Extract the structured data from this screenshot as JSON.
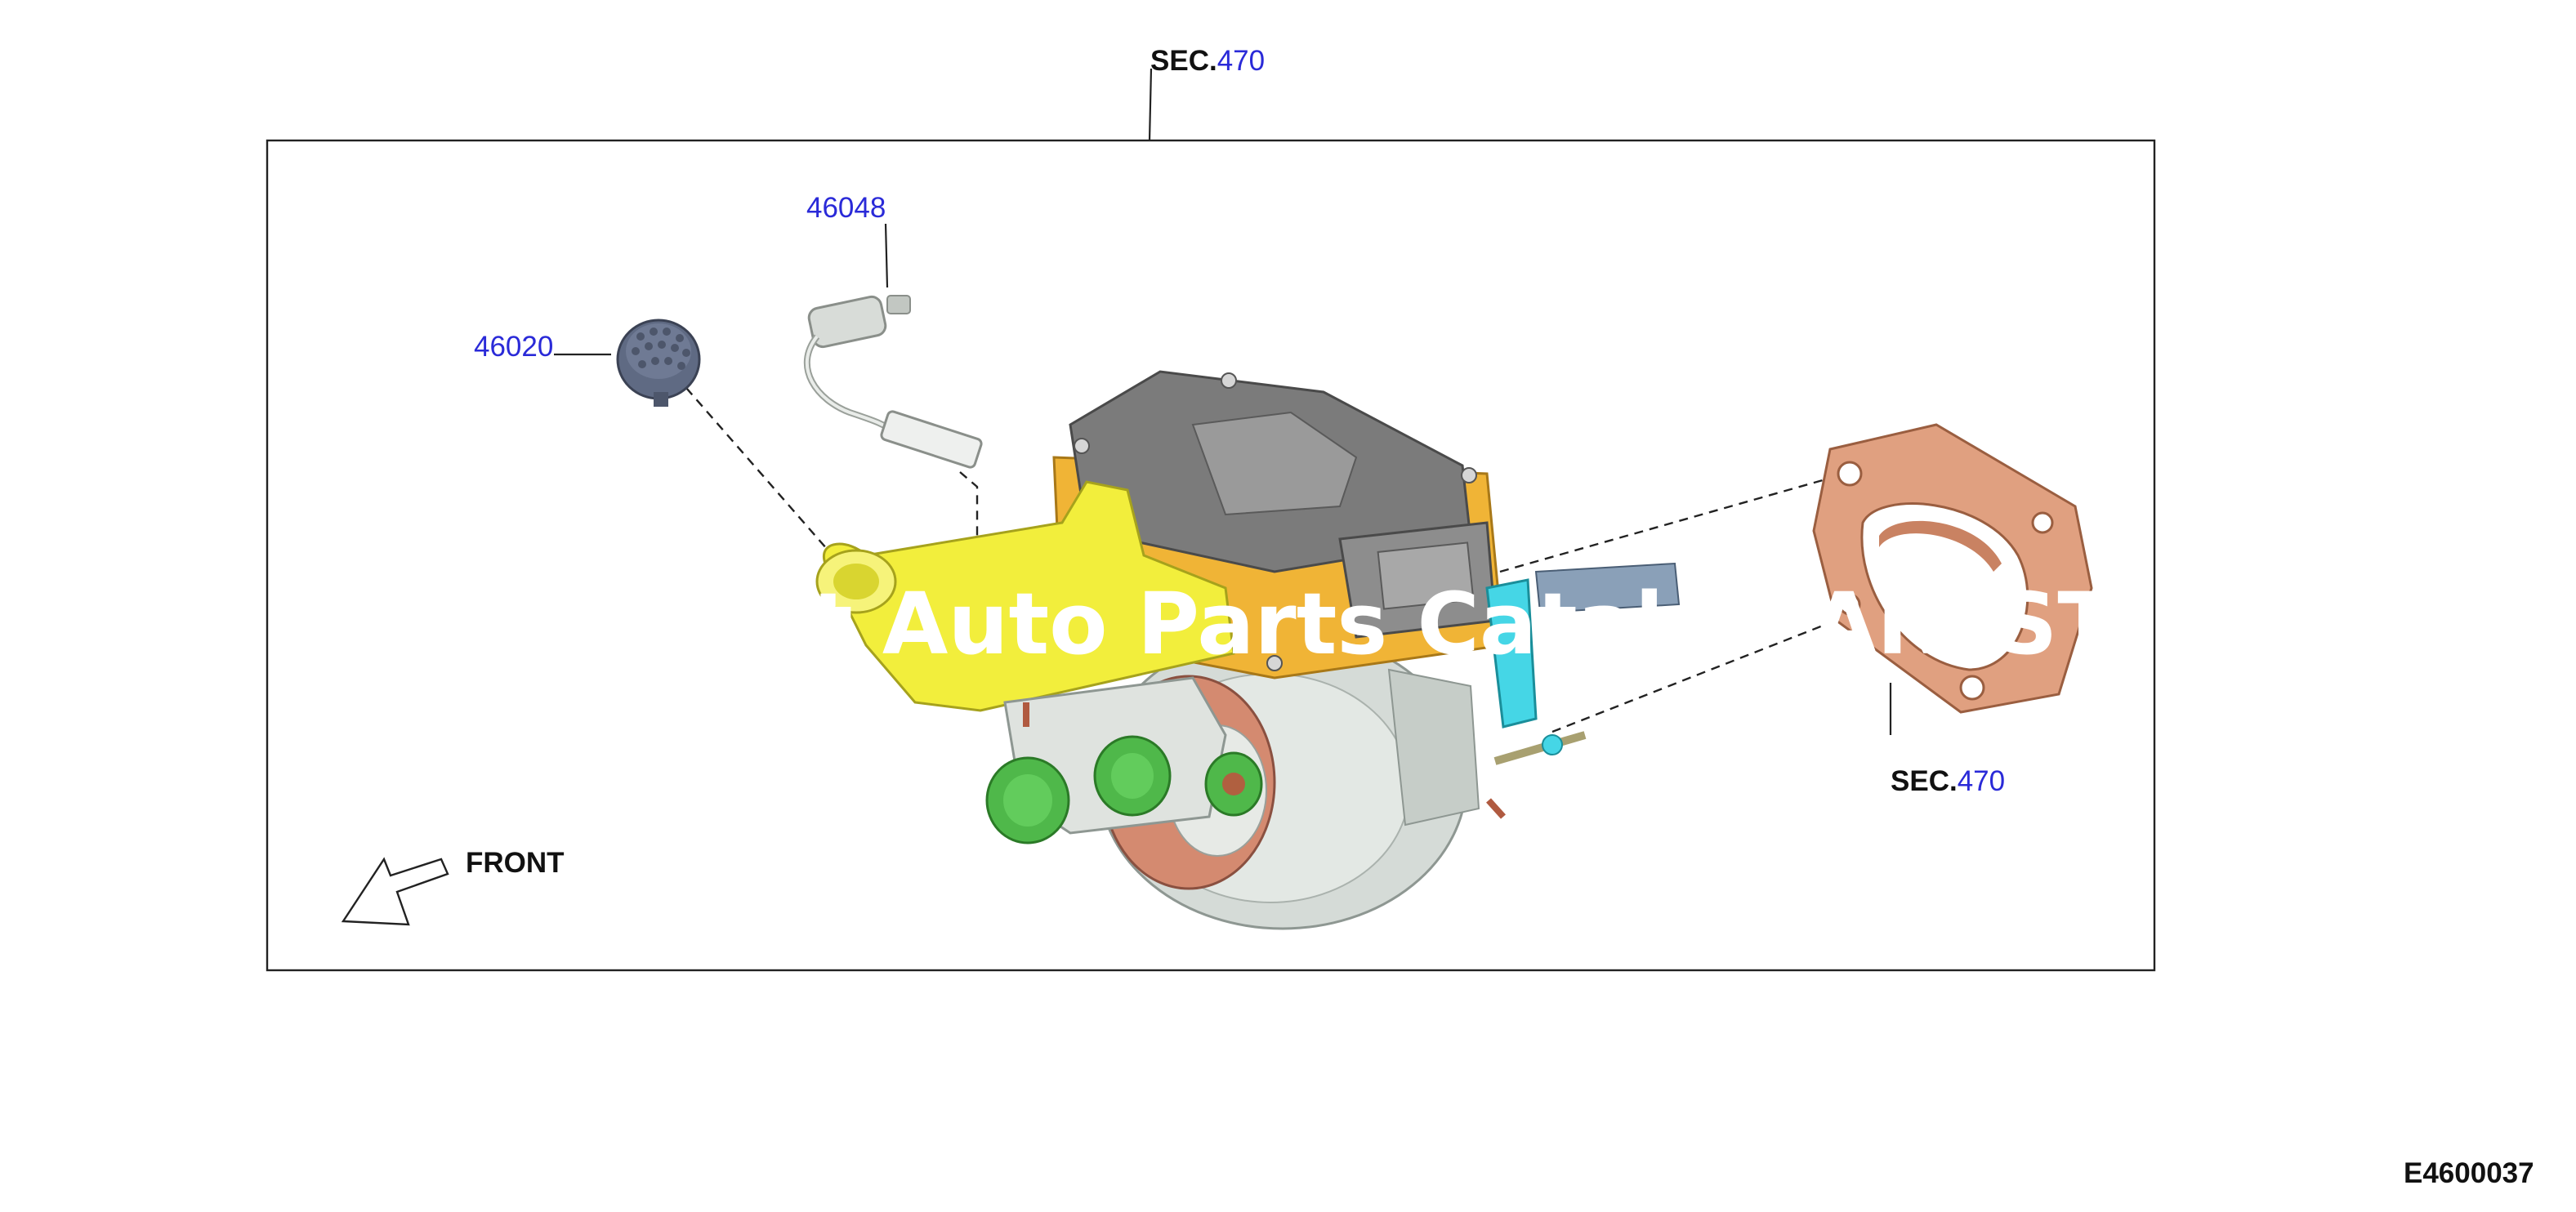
{
  "diagram": {
    "top_ref": {
      "prefix": "SEC.",
      "number": "470"
    },
    "right_ref": {
      "prefix": "SEC.",
      "number": "470"
    },
    "part_46048": "46048",
    "part_46020": "46020",
    "front_label": "FRONT",
    "diagram_code": "E4600037",
    "watermark": "t Auto Parts Catalo   ARTST",
    "colors": {
      "reservoir": "#f2ee3c",
      "ecu_cover": "#7b7b7b",
      "bracket": "#f0b436",
      "motor": "#d5dbd7",
      "gasket": "#e0a080",
      "cap": "#5f6a83",
      "sensor": "#d8dcd8",
      "valves": "#4fb84a",
      "link": "#45d6e6",
      "label_blue": "#2a2ad8"
    }
  }
}
